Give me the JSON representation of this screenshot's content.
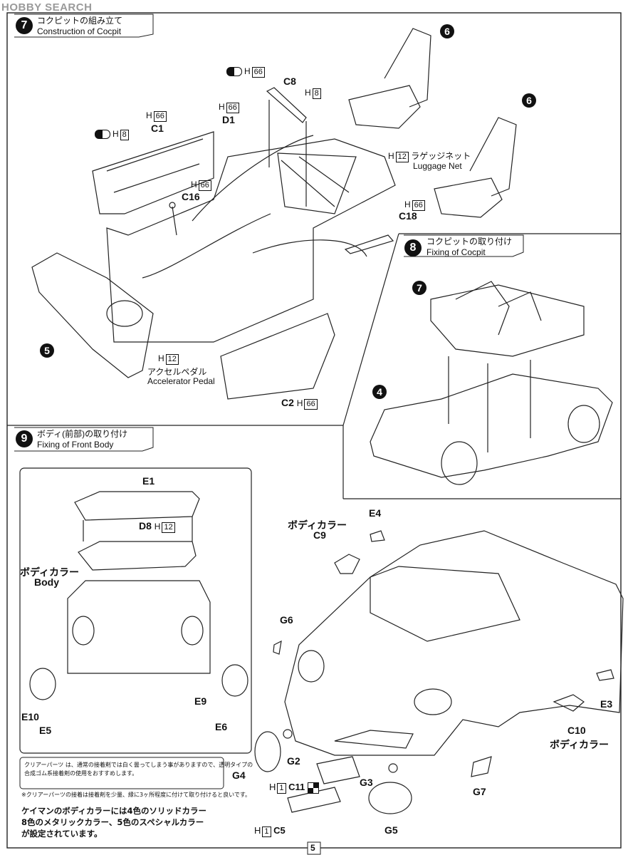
{
  "watermark": "HOBBY SEARCH",
  "step7": {
    "number": "7",
    "title_jp": "コクピットの組み立て",
    "title_en": "Construction of Cocpit",
    "labels": {
      "h66_top": "H",
      "h66_top_box": "66",
      "c8": "C8",
      "h8_c8": "H",
      "h8_c8_box": "8",
      "h66_d1": "H",
      "h66_d1_box": "66",
      "d1": "D1",
      "h66_c1": "H",
      "h66_c1_box": "66",
      "c1": "C1",
      "h8_c1": "H",
      "h8_c1_box": "8",
      "h12_luggage": "H",
      "h12_luggage_box": "12",
      "luggage_jp": "ラゲッジネット",
      "luggage_en": "Luggage Net",
      "h66_c16": "H",
      "h66_c16_box": "66",
      "c16": "C16",
      "h66_c18": "H",
      "h66_c18_box": "66",
      "c18": "C18",
      "seat_6a": "6",
      "seat_6b": "6",
      "dash_5": "5",
      "h12_pedal": "H",
      "h12_pedal_box": "12",
      "pedal_jp": "アクセルペダル",
      "pedal_en": "Accelerator Pedal",
      "c2": "C2",
      "h66_c2": "H",
      "h66_c2_box": "66"
    }
  },
  "step8": {
    "number": "8",
    "title_jp": "コクピットの取り付け",
    "title_en": "Fixing of Cocpit",
    "cockpit_7": "7",
    "chassis_4": "4"
  },
  "step9": {
    "number": "9",
    "title_jp": "ボディ(前部)の取り付け",
    "title_en": "Fixing of Front Body",
    "labels": {
      "e1": "E1",
      "d8": "D8",
      "h12_d8": "H",
      "h12_d8_box": "12",
      "body_color_jp": "ボディカラー",
      "body_color_en": "Body",
      "e10": "E10",
      "e5": "E5",
      "e9": "E9",
      "e6": "E6",
      "c9_color": "ボディカラー",
      "c9": "C9",
      "e4": "E4",
      "g6": "G6",
      "g4": "G4",
      "g2": "G2",
      "c11": "C11",
      "h1_c11": "H",
      "h1_c11_box": "1",
      "g3": "G3",
      "g5": "G5",
      "c5": "C5",
      "h1_c5": "H",
      "h1_c5_box": "1",
      "g7": "G7",
      "c10": "C10",
      "c10_color": "ボディカラー",
      "e3": "E3"
    },
    "clear_note_1": "クリアーパーツ は、通常の接着剤では白く曇ってしまう事がありますので、透明タイプの",
    "clear_note_2": "合成ゴム系接着剤の使用をおすすめします。",
    "clear_note_3": "※クリアーパーツの接着は接着剤を少量、縁に3ヶ所程度に付けて取り付けると良いです。",
    "body_note_1": "ケイマンのボディカラーには4色のソリッドカラー",
    "body_note_2": "8色のメタリックカラー、5色のスペシャルカラー",
    "body_note_3": "が設定されています。"
  },
  "page_number": "5"
}
